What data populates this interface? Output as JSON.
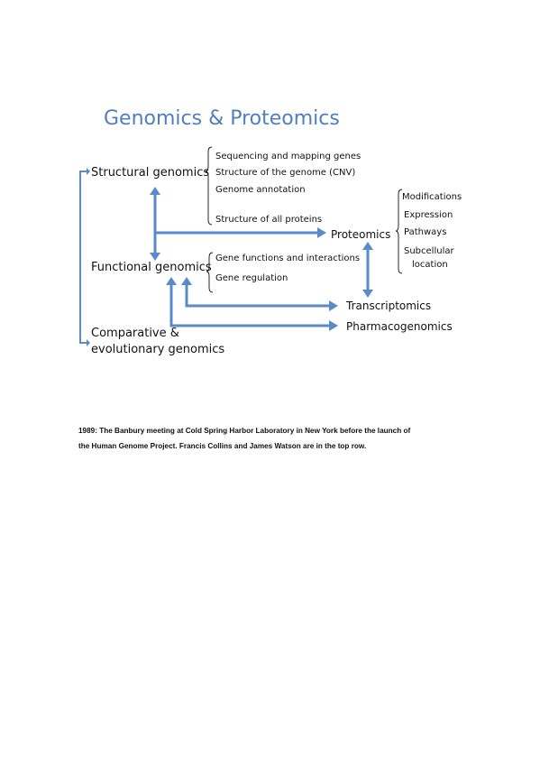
{
  "title": "Genomics & Proteomics",
  "colors": {
    "title": "#4f7ec3",
    "arrow": "#5a8ac8",
    "bracket": "#4f7ec3"
  },
  "nodes": {
    "structural": "Structural genomics",
    "functional": "Functional genomics",
    "comparative_line1": "Comparative &",
    "comparative_line2": "evolutionary genomics",
    "proteomics": "Proteomics",
    "transcriptomics": "Transcriptomics",
    "pharmacogenomics": "Pharmacogenomics"
  },
  "structural_items": [
    "Sequencing and mapping genes",
    "Structure of the genome (CNV)",
    "Genome annotation",
    "Structure of all proteins"
  ],
  "functional_items": [
    "Gene functions and interactions",
    "Gene regulation"
  ],
  "proteomics_items": [
    "Modifications",
    "Expression",
    "Pathways",
    "Subcellular",
    "location"
  ],
  "caption": {
    "line1": "1989: The Banbury meeting at Cold Spring Harbor Laboratory in New York before the launch of",
    "line2": "the Human Genome Project. Francis Collins and James Watson are in the top row."
  }
}
